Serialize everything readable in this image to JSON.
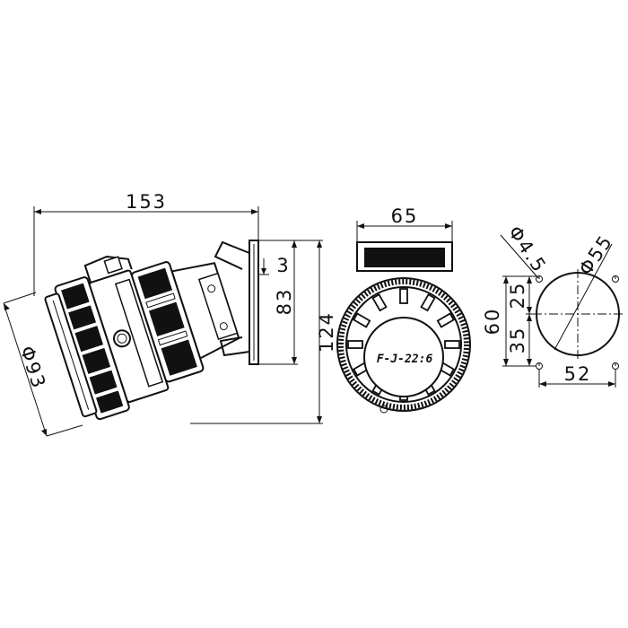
{
  "dimensions": {
    "side_length": "153",
    "side_height": "124",
    "flange_height": "83",
    "flange_thickness": "3",
    "nose_diameter": "Φ93",
    "front_width": "65",
    "mount_height": "60",
    "mount_upper": "25",
    "mount_lower": "35",
    "mount_width": "52",
    "hole_diameter": "Φ4.5",
    "cutout_diameter": "Φ55"
  },
  "logo_text": "F-J-22:6"
}
